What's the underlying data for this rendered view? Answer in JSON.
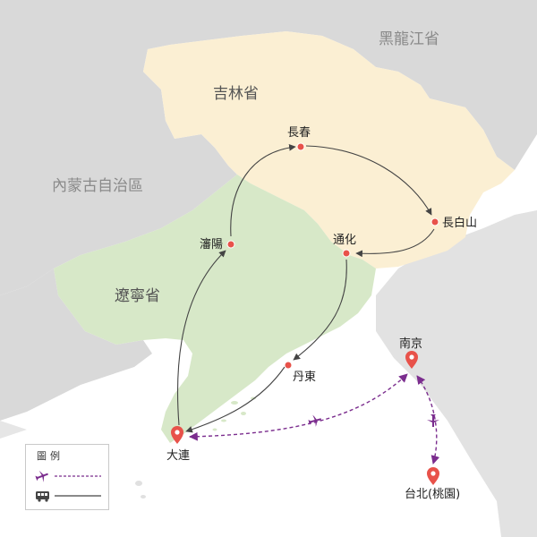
{
  "regions": {
    "heilongjiang": "黑龍江省",
    "jilin": "吉林省",
    "inner_mongolia": "內蒙古自治區",
    "liaoning": "遼寧省"
  },
  "cities": {
    "changchun": "長春",
    "changbaishan": "長白山",
    "tonghua": "通化",
    "shenyang": "瀋陽",
    "dandong": "丹東",
    "dalian": "大連",
    "nanjing": "南京",
    "taipei": "台北(桃園)"
  },
  "legend": {
    "title": "圖例",
    "flight_icon": "airplane-icon",
    "bus_icon": "bus-icon"
  },
  "colors": {
    "background": "#ffffff",
    "neighbor_land": "#d9d9d9",
    "jilin_fill": "#fbefd3",
    "liaoning_fill": "#d7e8c8",
    "flight_route": "#7b2d8e",
    "ground_route": "#444444",
    "city_dot": "#e8524a",
    "pin": "#e8524a"
  }
}
